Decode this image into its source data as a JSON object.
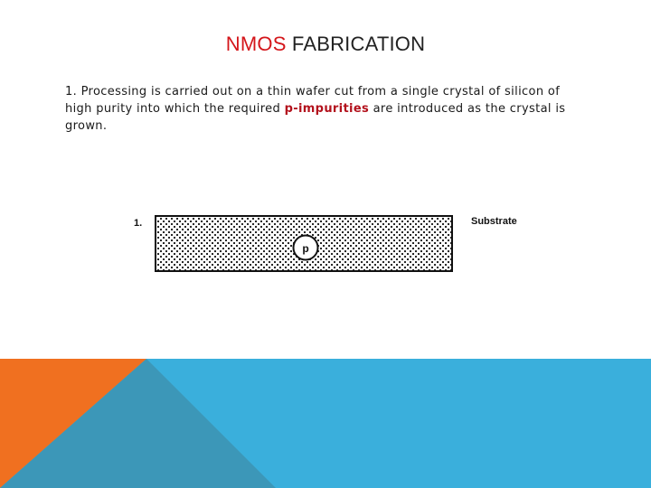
{
  "title": {
    "accent": "NMOS",
    "rest": " FABRICATION"
  },
  "paragraph": {
    "before": "1. Processing is carried out on a thin wafer cut from a single crystal of silicon of high purity into which the required ",
    "highlight": "p-impurities",
    "after": " are introduced as the crystal is grown."
  },
  "figure": {
    "step_label": "1.",
    "region_label": "p",
    "substrate_label": "Substrate"
  },
  "colors": {
    "accent_red": "#d4161b",
    "footer_blue": "#3aafdc",
    "footer_orange": "#f07020",
    "footer_teal": "#3c97b8"
  }
}
